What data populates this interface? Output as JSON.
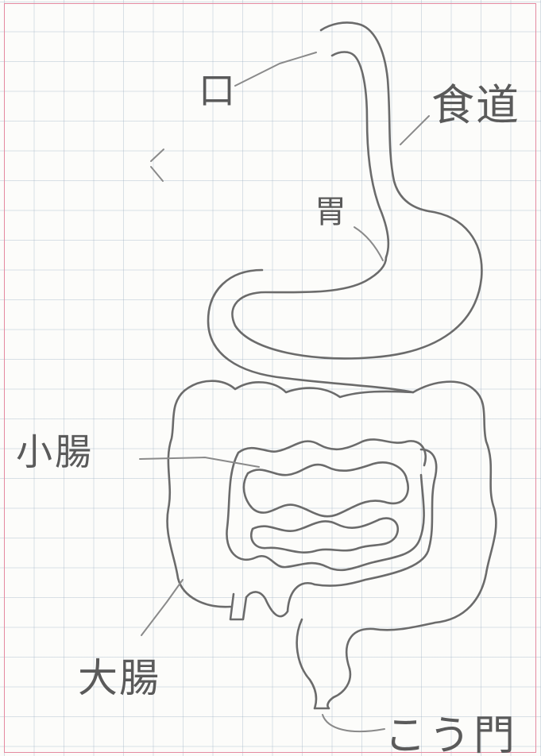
{
  "labels": {
    "mouth": "口",
    "esophagus": "食道",
    "stomach": "胃",
    "small_intestine": "小腸",
    "large_intestine": "大腸",
    "anus": "こう門"
  },
  "colors": {
    "pencil": "#6b6b6b",
    "grid": "#a8bccc",
    "margin_line": "#e48aa0",
    "paper": "#fcfcfa"
  }
}
